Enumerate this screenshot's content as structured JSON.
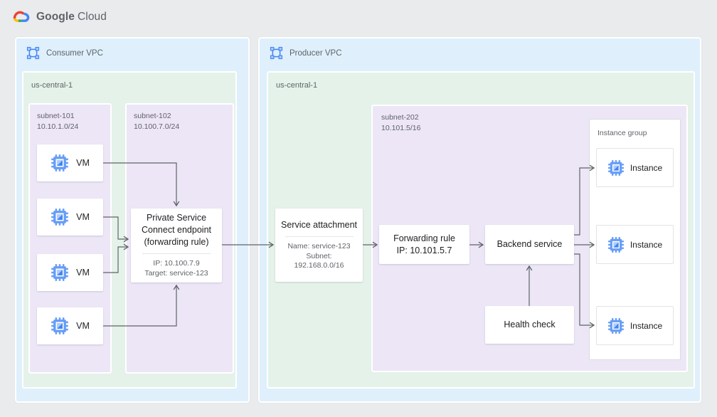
{
  "header": {
    "brand_primary": "Google",
    "brand_secondary": "Cloud"
  },
  "consumer_vpc": {
    "label": "Consumer VPC",
    "region": {
      "label": "us-central-1",
      "subnet_101": {
        "name": "subnet-101",
        "cidr": "10.10.1.0/24",
        "vms": [
          {
            "label": "VM"
          },
          {
            "label": "VM"
          },
          {
            "label": "VM"
          },
          {
            "label": "VM"
          }
        ]
      },
      "subnet_102": {
        "name": "subnet-102",
        "cidr": "10.100.7.0/24",
        "psc_endpoint": {
          "title_lines": [
            "Private Service",
            "Connect endpoint",
            "(forwarding rule)"
          ],
          "ip": "IP: 10.100.7.9",
          "target": "Target: service-123"
        }
      }
    }
  },
  "producer_vpc": {
    "label": "Producer VPC",
    "region": {
      "label": "us-central-1",
      "service_attachment": {
        "title": "Service attachment",
        "details": [
          "Name: service-123",
          "Subnet:",
          "192.168.0.0/16"
        ]
      },
      "subnet_202": {
        "name": "subnet-202",
        "cidr": "10.101.5/16",
        "forwarding_rule": {
          "lines": [
            "Forwarding rule",
            "IP: 10.101.5.7"
          ]
        },
        "backend_service": {
          "label": "Backend service"
        },
        "health_check": {
          "label": "Health check"
        },
        "instance_group": {
          "label": "Instance group",
          "instances": [
            {
              "label": "Instance"
            },
            {
              "label": "Instance"
            },
            {
              "label": "Instance"
            }
          ]
        }
      }
    }
  },
  "icons": {
    "logo": "google-cloud-logo",
    "vpc": "vpc-network-icon",
    "vm": "compute-engine-icon",
    "instance": "compute-engine-icon"
  },
  "colors": {
    "canvas_bg": "#e9ebed",
    "vpc_bg": "#dff0fc",
    "region_bg": "#e4f2e9",
    "subnet_bg": "#ece6f6",
    "box_bg": "#ffffff",
    "arrow": "#5f6368",
    "title_text": "#202124",
    "secondary_text": "#5f6368",
    "google_blue": "#4285f4",
    "google_red": "#ea4335",
    "google_yellow": "#fbbc04",
    "google_green": "#34a853",
    "icon_blue_light": "#aecbfa",
    "icon_blue_mid": "#669df6"
  }
}
